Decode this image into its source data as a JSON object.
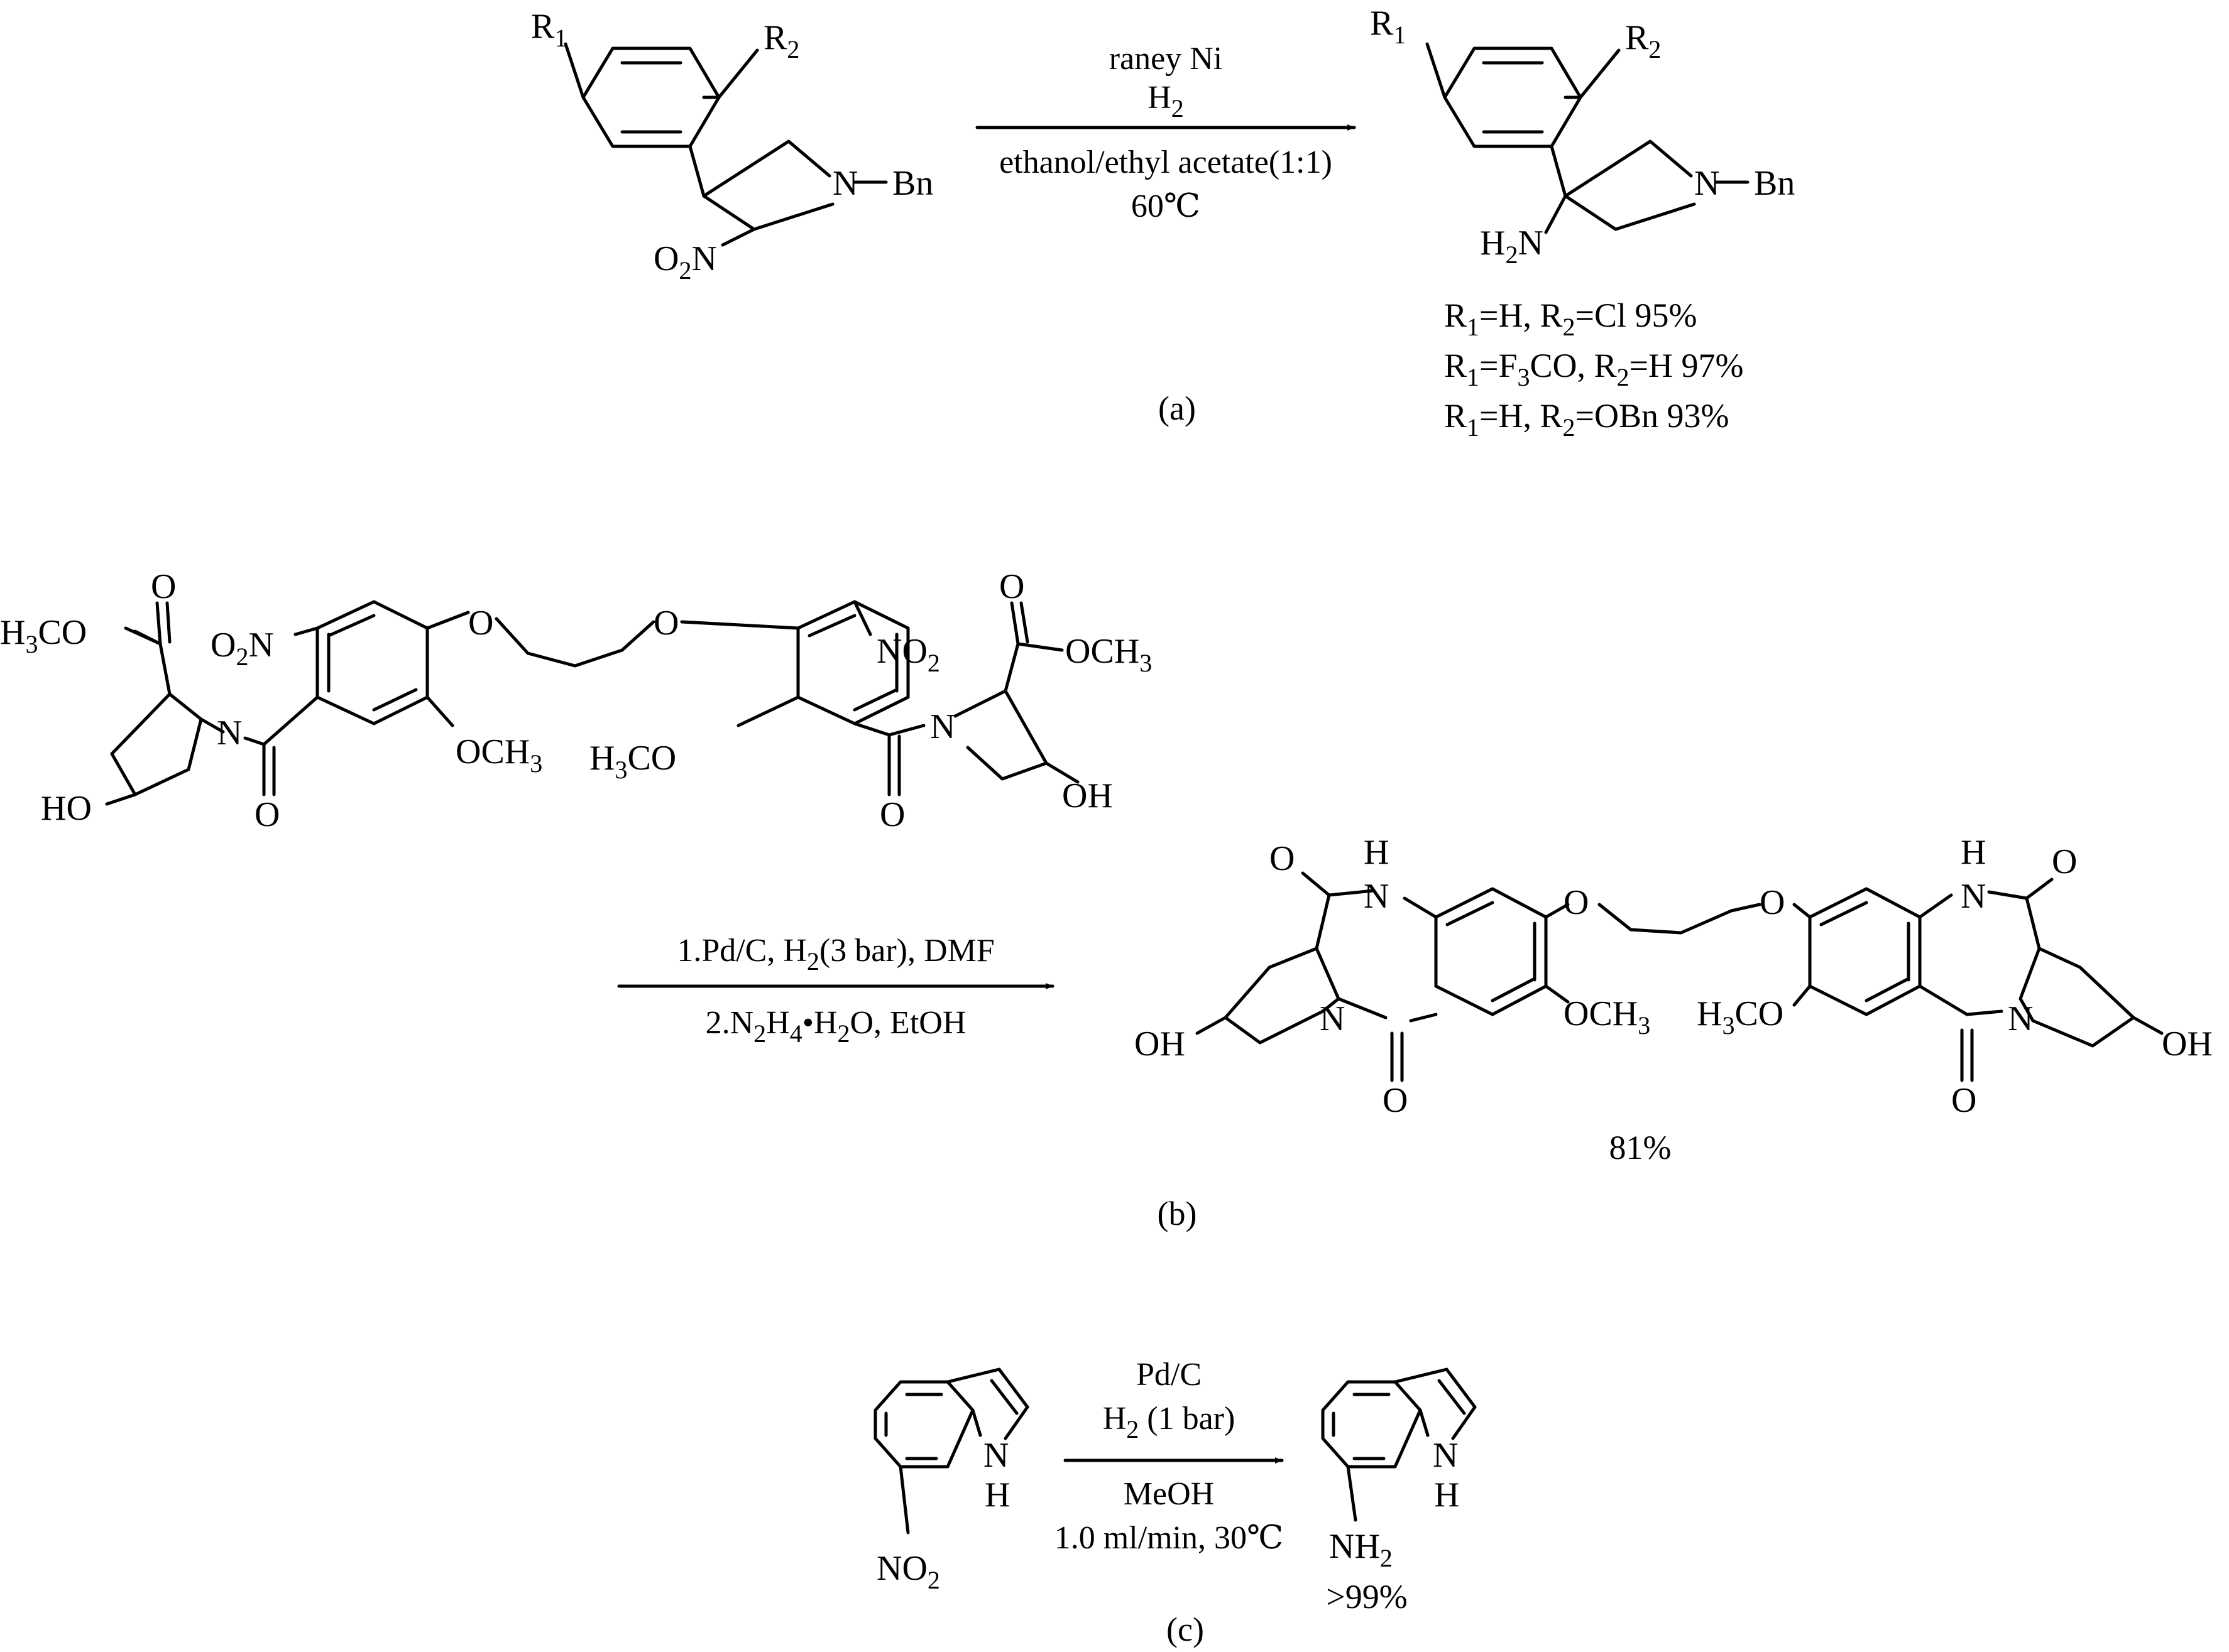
{
  "panels": {
    "a": {
      "label": "(a)",
      "reagents": {
        "r1": "raney Ni",
        "r2": "H",
        "r2_sub": "2",
        "r3": "ethanol/ethyl acetate(1:1)",
        "r4": "60℃"
      },
      "sm": {
        "r1": "R",
        "r1_sub": "1",
        "r2": "R",
        "r2_sub": "2",
        "n": "N",
        "bn": "Bn",
        "o": "O",
        "o_sub": "2",
        "n2": "N"
      },
      "pr": {
        "r1": "R",
        "r1_sub": "1",
        "r2": "R",
        "r2_sub": "2",
        "n": "N",
        "bn": "Bn",
        "h": "H",
        "h_sub": "2",
        "n2": "N"
      },
      "yields": [
        {
          "r": "R",
          "s1": "1",
          "t1": "=H, R",
          "s2": "2",
          "t2": "=Cl  95%"
        },
        {
          "r": "R",
          "s1": "1",
          "t1": "=F",
          "s3": "3",
          "t3": "CO, R",
          "s2": "2",
          "t2": "=H 97%"
        },
        {
          "r": "R",
          "s1": "1",
          "t1": "=H, R",
          "s2": "2",
          "t2": "=OBn 93%"
        }
      ]
    },
    "b": {
      "label": "(b)",
      "yield": "81%",
      "cond1_pre": "1.Pd/C, H",
      "cond1_sub": "2",
      "cond1_post": "(3 bar), DMF",
      "cond2_pre": "2.N",
      "cond2_s1": "2",
      "cond2_mid": "H",
      "cond2_s2": "4",
      "cond2_mid2": "•H",
      "cond2_s3": "2",
      "cond2_post": "O, EtOH",
      "sm": {
        "h3co_l": "H",
        "h3co_l_sub": "3",
        "h3co_l_post": "CO",
        "o_ester_l": "O",
        "o2n": "O",
        "o2n_sub": "2",
        "o2n_post": "N",
        "n_l": "N",
        "ho_l": "HO",
        "o_amide_l": "O",
        "o_ether_l": "O",
        "och3_l": "OCH",
        "och3_l_sub": "3",
        "o_ether_r": "O",
        "no2_r": "NO",
        "no2_r_sub": "2",
        "o_ester_r": "O",
        "och3_ester_r": "OCH",
        "och3_ester_r_sub": "3",
        "h3co_r": "H",
        "h3co_r_sub": "3",
        "h3co_r_post": "CO",
        "n_r": "N",
        "o_amide_r": "O",
        "oh_r": "OH"
      },
      "pr": {
        "o_top_l": "O",
        "h_top_l": "H",
        "n_top_l": "N",
        "n_ring_l": "N",
        "o_bot_l": "O",
        "oh_l": "OH",
        "o_ether_l": "O",
        "och3": "OCH",
        "och3_sub": "3",
        "o_ether_r": "O",
        "h3co": "H",
        "h3co_sub": "3",
        "h3co_post": "CO",
        "h_top_r": "H",
        "n_top_r": "N",
        "o_top_r": "O",
        "n_ring_r": "N",
        "o_bot_r": "O",
        "oh_r": "OH"
      }
    },
    "c": {
      "label": "(c)",
      "yield": ">99%",
      "reagents": {
        "r1": "Pd/C",
        "r2": "H",
        "r2_sub": "2",
        "r2_post": " (1 bar)",
        "r3": "MeOH",
        "r4": "1.0 ml/min, 30℃"
      },
      "sm": {
        "n": "N",
        "h": "H",
        "no2": "NO",
        "no2_sub": "2"
      },
      "pr": {
        "n": "N",
        "h": "H",
        "nh2": "NH",
        "nh2_sub": "2"
      }
    }
  }
}
